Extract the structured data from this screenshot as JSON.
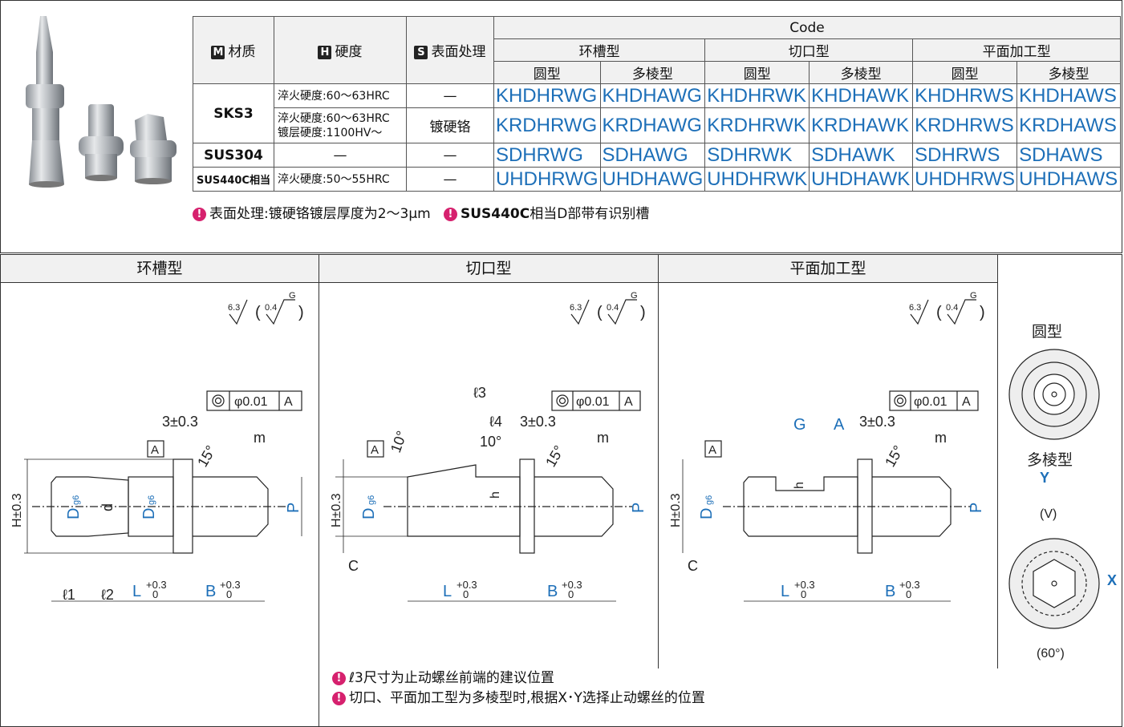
{
  "table": {
    "headers": {
      "material_badge": "M",
      "material": "材质",
      "hardness_badge": "H",
      "hardness": "硬度",
      "surface_badge": "S",
      "surface": "表面处理",
      "code": "Code",
      "groups": [
        "环槽型",
        "切口型",
        "平面加工型"
      ],
      "subtypes": [
        "圆型",
        "多棱型",
        "圆型",
        "多棱型",
        "圆型",
        "多棱型"
      ]
    },
    "rows": [
      {
        "material": "SKS3",
        "hardness": "淬火硬度:60～63HRC",
        "surface": "—",
        "codes": [
          "KHDHRWG",
          "KHDHAWG",
          "KHDHRWK",
          "KHDHAWK",
          "KHDHRWS",
          "KHDHAWS"
        ]
      },
      {
        "material": "",
        "hardness": "淬火硬度:60～63HRC",
        "hardness2": "镀层硬度:1100HV～",
        "surface": "镀硬铬",
        "codes": [
          "KRDHRWG",
          "KRDHAWG",
          "KRDHRWK",
          "KRDHAWK",
          "KRDHRWS",
          "KRDHAWS"
        ]
      },
      {
        "material": "SUS304",
        "hardness": "—",
        "surface": "—",
        "codes": [
          "SDHRWG",
          "SDHAWG",
          "SDHRWK",
          "SDHAWK",
          "SDHRWS",
          "SDHAWS"
        ]
      },
      {
        "material": "SUS440C相当",
        "hardness": "淬火硬度:50～55HRC",
        "surface": "—",
        "codes": [
          "UHDHRWG",
          "UHDHAWG",
          "UHDHRWK",
          "UHDHAWK",
          "UHDHRWS",
          "UHDHAWS"
        ]
      }
    ]
  },
  "top_notes": [
    "表面处理:镀硬铬镀层厚度为2～3μm",
    "SUS440C",
    "相当D部带有识别槽"
  ],
  "panels": {
    "groove": "环槽型",
    "cut": "切口型",
    "flat": "平面加工型"
  },
  "drawing": {
    "roughness_a": "6.3",
    "roughness_b": "0.4",
    "roughness_g": "G",
    "conc_tol": "φ0.01",
    "datum": "A",
    "dim_3": "3±0.3",
    "dim_m": "m",
    "angle_15": "15°",
    "angle_10": "10°",
    "dim_H": "H±0.3",
    "dim_D": "D",
    "dim_g6": "g6",
    "dim_d": "d",
    "dim_P": "P",
    "dim_l1": "ℓ1",
    "dim_l2": "ℓ2",
    "dim_l3": "ℓ3",
    "dim_l4": "ℓ4",
    "dim_L": "L",
    "dim_B": "B",
    "tol_plus": "+0.3",
    "tol_zero": "0",
    "dim_h": "h",
    "dim_C": "C",
    "dim_G": "G",
    "dim_A": "A"
  },
  "side": {
    "round": "圆型",
    "poly": "多棱型",
    "axis_y": "Y",
    "axis_x": "X",
    "v": "(V)",
    "angle": "(60°)"
  },
  "bottom_notes": [
    "ℓ3尺寸为止动螺丝前端的建议位置",
    "切口、平面加工型为多棱型时,根据X･Y选择止动螺丝的位置"
  ],
  "colors": {
    "code_blue": "#1d6fb8",
    "note_magenta": "#d6216e",
    "dim_blue": "#1d6fb8"
  }
}
